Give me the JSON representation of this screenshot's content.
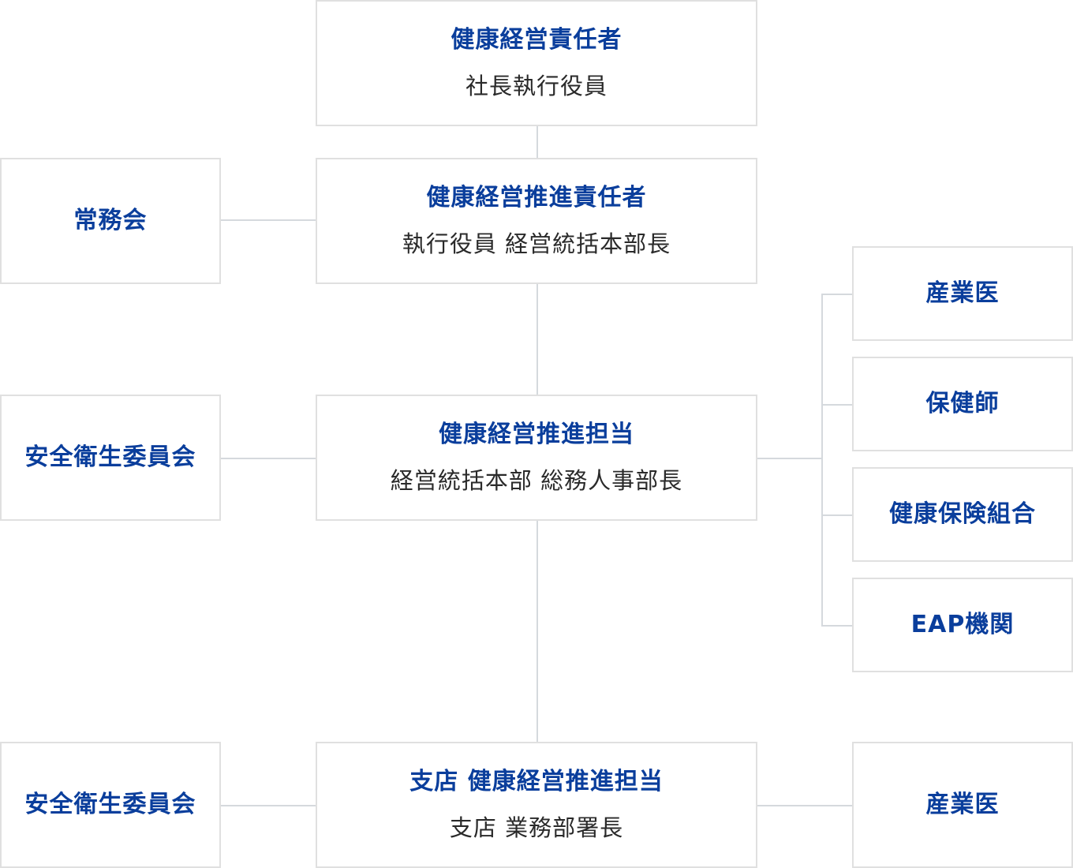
{
  "top": {
    "title": "健康経営責任者",
    "subtitle": "社長執行役員"
  },
  "promoter": {
    "title": "健康経営推進責任者",
    "subtitle": "執行役員 経営統括本部長"
  },
  "manager": {
    "title": "健康経営推進担当",
    "subtitle": "経営統括本部 総務人事部長"
  },
  "branch": {
    "title": "支店 健康経営推進担当",
    "subtitle": "支店 業務部署長"
  },
  "left": {
    "board": "常務会",
    "safety_hq": "安全衛生委員会",
    "safety_branch": "安全衛生委員会"
  },
  "right": {
    "items": [
      "産業医",
      "保健師",
      "健康保険組合",
      "EAP機関"
    ],
    "branch_doctor": "産業医"
  },
  "colors": {
    "accent": "#0a3e9c",
    "text": "#2a2a2a",
    "border": "#e0e0e0",
    "connector": "#d5d9dd"
  }
}
